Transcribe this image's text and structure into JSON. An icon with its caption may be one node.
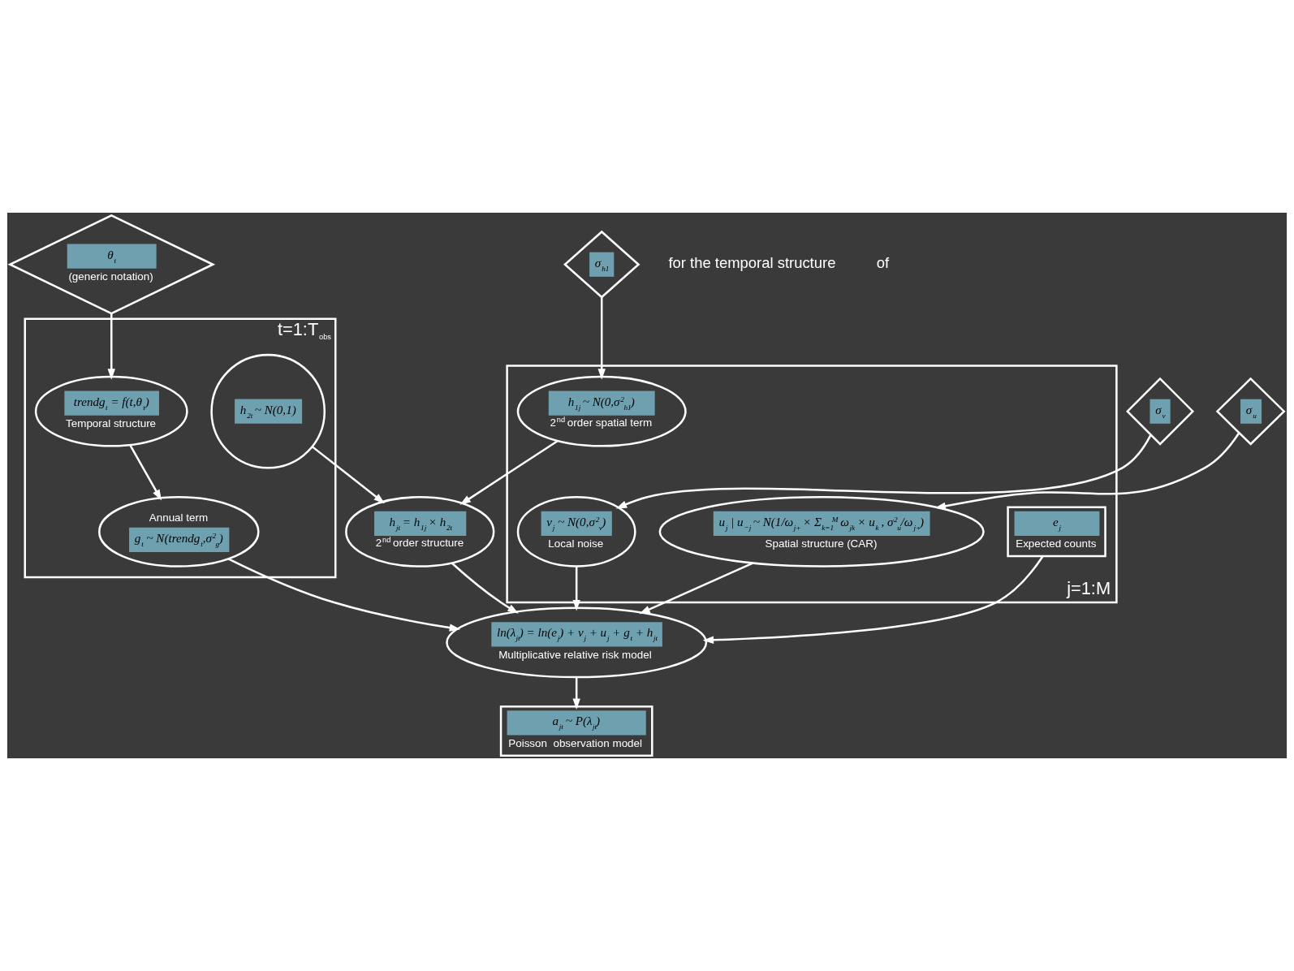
{
  "diagram": {
    "nodes": [
      {
        "text": [
          "j=1:M"
        ]
      },
      {
        "text": [
          "t=1:T$_{obs}$"
        ]
      },
      {
        "text": [
          "σ$_{h1}$"
        ]
      },
      {
        "text": [
          "σ$_{v}$"
        ]
      },
      {
        "text": [
          "σ$_{u}$"
        ]
      },
      {
        "text": [
          "θ$_{t}$",
          "(generic notation)"
        ]
      },
      {
        "text": [
          "h$_{1j}$ ~ N(0,σ$^{2}$$_{h1}$)",
          "2$^{nd}$ order spatial term"
        ],
        "in": 0
      },
      {
        "text": [
          "e$_{j}$",
          "Expected counts"
        ],
        "in": 0
      },
      {
        "text": [
          "v$_{j}$ ~ N(0,σ$^{2}$$_{v}$)",
          "Local noise"
        ],
        "in": 0
      },
      {
        "text": [
          "u$_{j}$ | u$_{−j}$ ~ N(1/ω$_{j+}$ × Σ$_{k=1}$$^{M}$ ω$_{jk}$ × u$_{k}$ , σ$^{2}$$_{u}$/ω$_{j+}$)",
          "Spatial structure (CAR)"
        ],
        "in": 0
      },
      {
        "text": [
          "h$_{2t}$ ~ N(0,1)"
        ],
        "in": 1
      },
      {
        "text": [
          "trendg$_{t}$ = f(t,θ$_{t}$)",
          "Temporal structure"
        ],
        "in": 1
      },
      {
        "text": [
          "h$_{jt}$ = h$_{1j}$ × h$_{2t}$",
          "2$^{nd}$ order structure"
        ]
      },
      {
        "text": [
          "ln(λ$_{jt}$) = ln(e$_{j}$) + v$_{j}$ + u$_{j}$ + g$_{t}$ + h$_{jt}$",
          "Multiplicative relative risk model"
        ]
      },
      {
        "text": [
          "Annual term",
          "g$_{t}$ ~ N(trendg$_{t}$,σ$^{2}$$_{g}$)"
        ],
        "in": 1
      },
      {
        "text": [
          "a$_{jt}$ ~ P(λ$_{jt}$)",
          "Poisson  observation model"
        ]
      }
    ],
    "edges": [
      {
        "from": 2,
        "to": 6,
        "arrow": "to"
      },
      {
        "from": 3,
        "to": 8,
        "arrow": "to"
      },
      {
        "from": 4,
        "to": 9,
        "arrow": "to"
      },
      {
        "from": 5,
        "to": 11,
        "arrow": "to"
      },
      {
        "from": 6,
        "to": 12,
        "arrow": "to"
      },
      {
        "from": 10,
        "to": 12,
        "arrow": "to"
      },
      {
        "from": 7,
        "to": 13,
        "arrow": "to"
      },
      {
        "from": 8,
        "to": 13,
        "arrow": "to"
      },
      {
        "from": 9,
        "to": 13,
        "arrow": "to"
      },
      {
        "from": 12,
        "to": 13,
        "arrow": "to"
      },
      {
        "from": 11,
        "to": 14,
        "arrow": "to"
      },
      {
        "from": 14,
        "to": 13,
        "arrow": "to"
      },
      {
        "from": 13,
        "to": 15,
        "arrow": "to"
      }
    ],
    "labels": [
      "for the temporal structure",
      "of"
    ]
  }
}
